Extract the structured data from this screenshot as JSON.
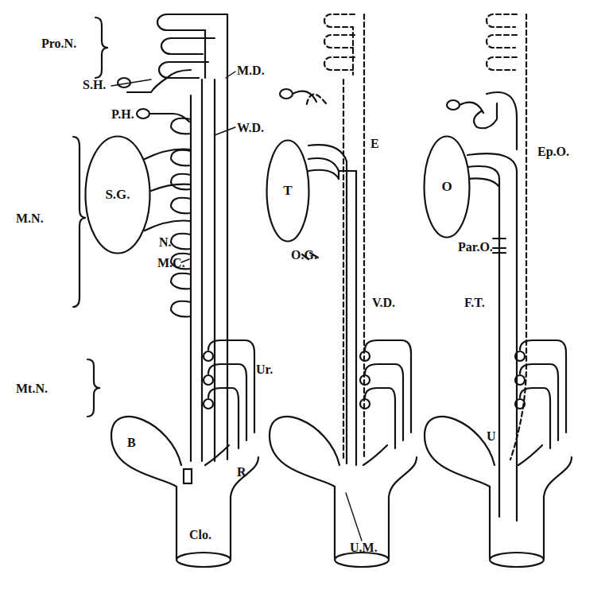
{
  "diagram": {
    "nodes": [
      {
        "text": [
          "S.G."
        ]
      },
      {
        "text": [
          "T"
        ]
      },
      {
        "text": [
          "O"
        ]
      }
    ],
    "labels": [
      "Pro.N.",
      "S.H.",
      "M.D.",
      "P.H.",
      "W.D.",
      "M.N.",
      "N.",
      "M.C.",
      "Mt.N.",
      "Ur.",
      "B",
      "R",
      "Clo.",
      "E",
      "O.G.",
      "V.D.",
      "U.M.",
      "Ep.O.",
      "Par.O.",
      "F.T.",
      "U"
    ]
  }
}
